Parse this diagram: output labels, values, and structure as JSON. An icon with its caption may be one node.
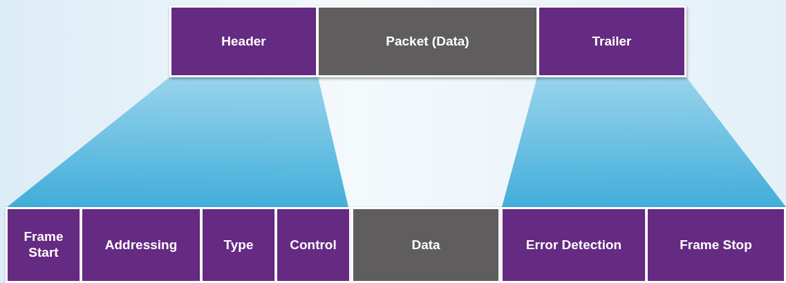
{
  "diagram": {
    "nodes": [
      {
        "text": [
          "Header"
        ]
      },
      {
        "text": [
          "Packet (Data)"
        ]
      },
      {
        "text": [
          "Trailer"
        ]
      },
      {
        "text": [
          "Frame Start"
        ]
      },
      {
        "text": [
          "Addressing"
        ]
      },
      {
        "text": [
          "Type"
        ]
      },
      {
        "text": [
          "Control"
        ]
      },
      {
        "text": [
          "Data"
        ]
      },
      {
        "text": [
          "Error Detection"
        ]
      },
      {
        "text": [
          "Frame Stop"
        ]
      }
    ]
  }
}
